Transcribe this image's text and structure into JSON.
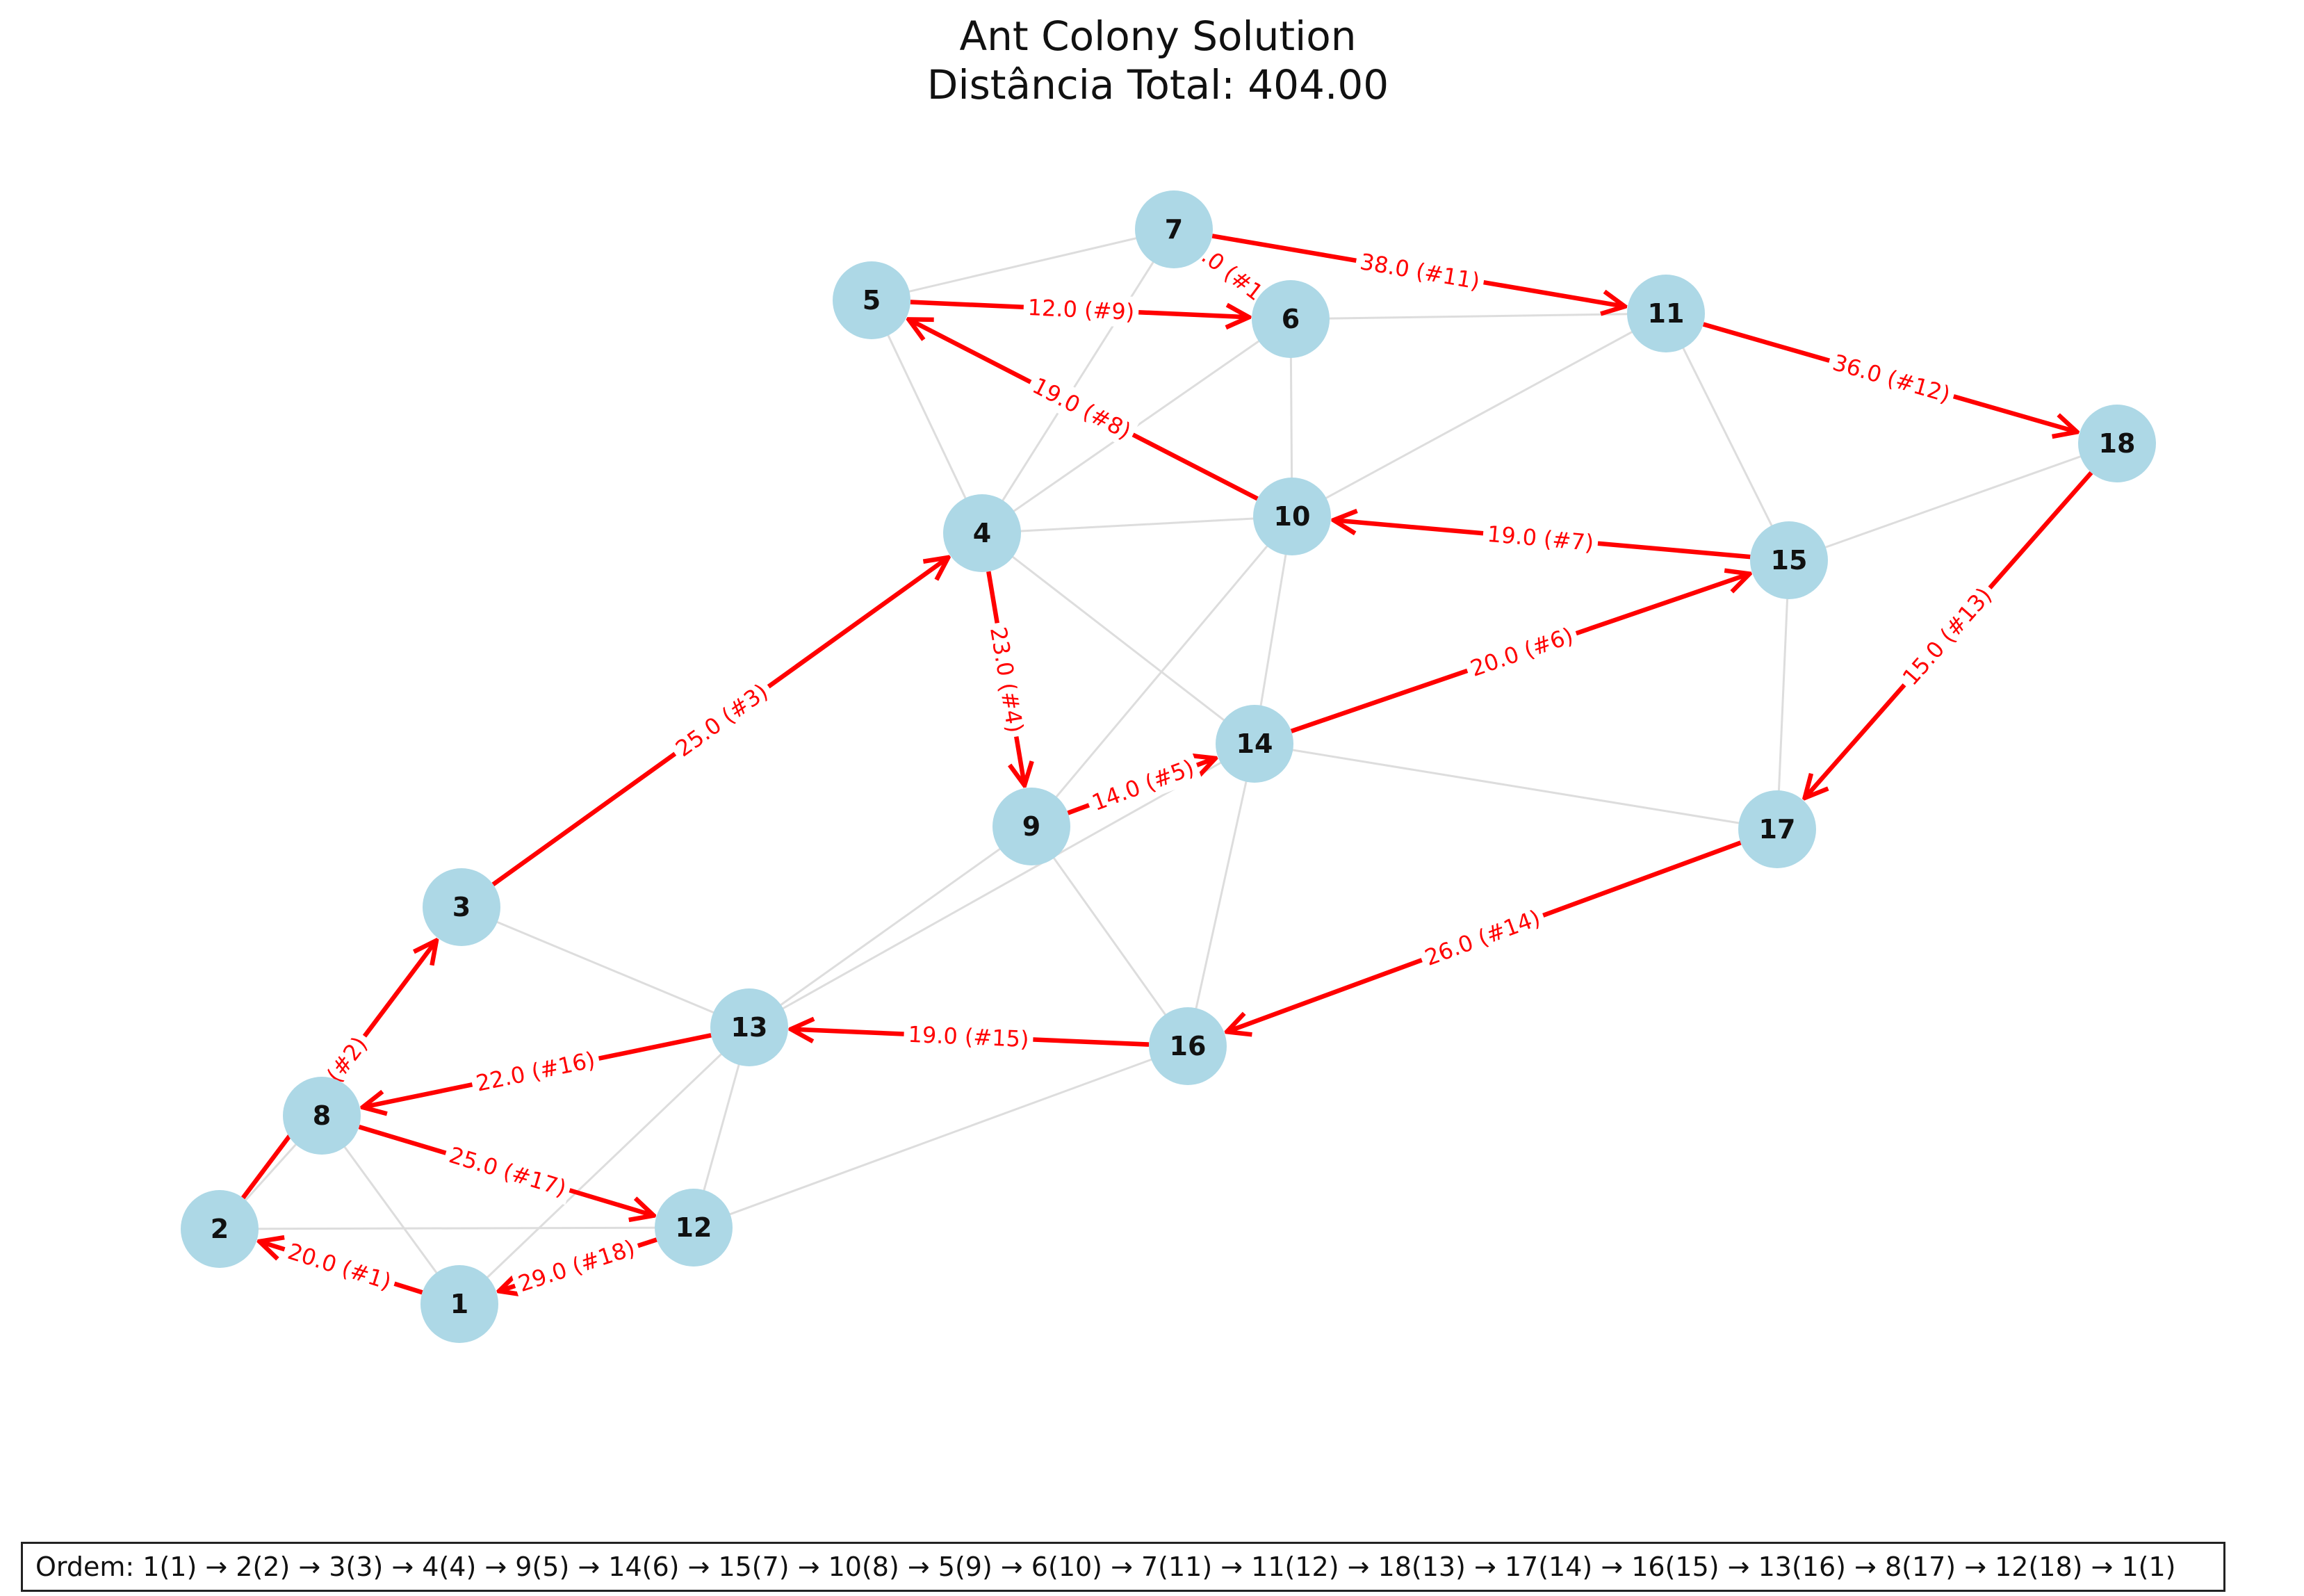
{
  "title": "Ant Colony Solution",
  "subtitle": "Distância Total: 404.00",
  "order_text": "Ordem: 1(1) → 2(2) → 3(3) → 4(4) → 9(5) → 14(6) → 15(7) → 10(8) → 5(9) → 6(10) → 7(11) → 11(12) → 18(13) → 17(14) → 16(15) → 13(16) → 8(17) → 12(18) → 1(1)",
  "colors": {
    "node_fill": "#add8e6",
    "route_edge": "#ff0000",
    "background_edge": "#dddddd",
    "label_text": "#ff0000"
  },
  "nodes": [
    {
      "id": "1",
      "label": "1"
    },
    {
      "id": "2",
      "label": "2"
    },
    {
      "id": "3",
      "label": "3"
    },
    {
      "id": "4",
      "label": "4"
    },
    {
      "id": "5",
      "label": "5"
    },
    {
      "id": "6",
      "label": "6"
    },
    {
      "id": "7",
      "label": "7"
    },
    {
      "id": "8",
      "label": "8"
    },
    {
      "id": "9",
      "label": "9"
    },
    {
      "id": "10",
      "label": "10"
    },
    {
      "id": "11",
      "label": "11"
    },
    {
      "id": "12",
      "label": "12"
    },
    {
      "id": "13",
      "label": "13"
    },
    {
      "id": "14",
      "label": "14"
    },
    {
      "id": "15",
      "label": "15"
    },
    {
      "id": "16",
      "label": "16"
    },
    {
      "id": "17",
      "label": "17"
    },
    {
      "id": "18",
      "label": "18"
    }
  ],
  "route_edges": [
    {
      "from": "1",
      "to": "2",
      "label": "20.0 (#1)"
    },
    {
      "from": "2",
      "to": "3",
      "label": "0 (#2)"
    },
    {
      "from": "3",
      "to": "4",
      "label": "25.0 (#3)"
    },
    {
      "from": "4",
      "to": "9",
      "label": "23.0 (#4)"
    },
    {
      "from": "9",
      "to": "14",
      "label": "14.0 (#5)"
    },
    {
      "from": "14",
      "to": "15",
      "label": "20.0 (#6)"
    },
    {
      "from": "15",
      "to": "10",
      "label": "19.0 (#7)"
    },
    {
      "from": "10",
      "to": "5",
      "label": "19.0 (#8)"
    },
    {
      "from": "5",
      "to": "6",
      "label": "12.0 (#9)"
    },
    {
      "from": "6",
      "to": "7",
      "label": ".0 (#1"
    },
    {
      "from": "7",
      "to": "11",
      "label": "38.0 (#11)"
    },
    {
      "from": "11",
      "to": "18",
      "label": "36.0 (#12)"
    },
    {
      "from": "18",
      "to": "17",
      "label": "15.0 (#13)"
    },
    {
      "from": "17",
      "to": "16",
      "label": "26.0 (#14)"
    },
    {
      "from": "16",
      "to": "13",
      "label": "19.0 (#15)"
    },
    {
      "from": "13",
      "to": "8",
      "label": "22.0 (#16)"
    },
    {
      "from": "8",
      "to": "12",
      "label": "25.0 (#17)"
    },
    {
      "from": "12",
      "to": "1",
      "label": "29.0 (#18)"
    }
  ],
  "background_edges": [
    [
      "5",
      "7"
    ],
    [
      "5",
      "4"
    ],
    [
      "7",
      "4"
    ],
    [
      "6",
      "4"
    ],
    [
      "6",
      "10"
    ],
    [
      "6",
      "11"
    ],
    [
      "11",
      "10"
    ],
    [
      "11",
      "15"
    ],
    [
      "4",
      "10"
    ],
    [
      "4",
      "14"
    ],
    [
      "10",
      "9"
    ],
    [
      "10",
      "14"
    ],
    [
      "15",
      "17"
    ],
    [
      "15",
      "18"
    ],
    [
      "14",
      "17"
    ],
    [
      "14",
      "16"
    ],
    [
      "9",
      "13"
    ],
    [
      "9",
      "16"
    ],
    [
      "14",
      "13"
    ],
    [
      "3",
      "13"
    ],
    [
      "13",
      "1"
    ],
    [
      "13",
      "12"
    ],
    [
      "8",
      "1"
    ],
    [
      "2",
      "12"
    ],
    [
      "12",
      "16"
    ],
    [
      "8",
      "2"
    ]
  ]
}
